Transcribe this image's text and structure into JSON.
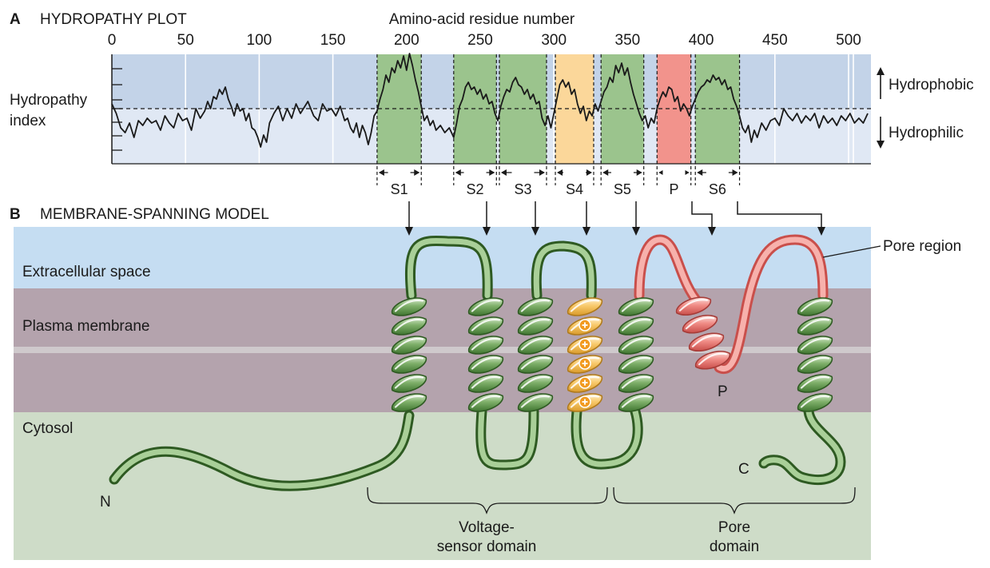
{
  "panel_a": {
    "letter": "A",
    "title": "HYDROPATHY PLOT"
  },
  "panel_b": {
    "letter": "B",
    "title": "MEMBRANE-SPANNING MODEL"
  },
  "x_axis": {
    "title": "Amino-acid residue number",
    "ticks": [
      "0",
      "50",
      "100",
      "150",
      "200",
      "250",
      "300",
      "350",
      "400",
      "450",
      "500"
    ],
    "tick_values": [
      0,
      50,
      100,
      150,
      200,
      250,
      300,
      350,
      400,
      450,
      500
    ],
    "range": [
      0,
      500
    ]
  },
  "y_axis": {
    "title_line1": "Hydropathy",
    "title_line2": "index"
  },
  "side_labels": {
    "hydrophobic": "Hydrophobic",
    "hydrophilic": "Hydrophilic"
  },
  "segments": [
    {
      "label": "S1",
      "start": 180,
      "end": 210,
      "color": "#9bc48d"
    },
    {
      "label": "S2",
      "start": 232,
      "end": 261,
      "color": "#9bc48d"
    },
    {
      "label": "S3",
      "start": 263,
      "end": 295,
      "color": "#9bc48d"
    },
    {
      "label": "S4",
      "start": 301,
      "end": 327,
      "color": "#fbd79a"
    },
    {
      "label": "S5",
      "start": 332,
      "end": 361,
      "color": "#9bc48d"
    },
    {
      "label": "P",
      "start": 370,
      "end": 393,
      "color": "#f2938c"
    },
    {
      "label": "S6",
      "start": 396,
      "end": 426,
      "color": "#9bc48d"
    }
  ],
  "hydropathy_trace": [
    [
      0,
      0.2
    ],
    [
      3,
      -0.2
    ],
    [
      6,
      -0.8
    ],
    [
      9,
      -1.0
    ],
    [
      12,
      -0.6
    ],
    [
      15,
      -1.2
    ],
    [
      18,
      -0.5
    ],
    [
      21,
      -0.7
    ],
    [
      24,
      -0.4
    ],
    [
      27,
      -0.6
    ],
    [
      30,
      -0.5
    ],
    [
      33,
      -0.9
    ],
    [
      36,
      -0.3
    ],
    [
      39,
      -0.6
    ],
    [
      42,
      -0.8
    ],
    [
      45,
      -0.2
    ],
    [
      48,
      -0.5
    ],
    [
      51,
      -0.4
    ],
    [
      54,
      -0.9
    ],
    [
      57,
      0.0
    ],
    [
      60,
      -0.4
    ],
    [
      63,
      -0.1
    ],
    [
      65,
      0.3
    ],
    [
      67,
      0.0
    ],
    [
      69,
      0.5
    ],
    [
      71,
      0.4
    ],
    [
      73,
      0.8
    ],
    [
      75,
      0.6
    ],
    [
      77,
      0.9
    ],
    [
      79,
      0.4
    ],
    [
      81,
      0.1
    ],
    [
      83,
      -0.3
    ],
    [
      85,
      0.2
    ],
    [
      87,
      -0.1
    ],
    [
      89,
      0.0
    ],
    [
      91,
      -0.5
    ],
    [
      93,
      -0.2
    ],
    [
      95,
      -0.8
    ],
    [
      97,
      -0.9
    ],
    [
      99,
      -1.2
    ],
    [
      101,
      -1.6
    ],
    [
      103,
      -1.1
    ],
    [
      105,
      -1.4
    ],
    [
      107,
      -0.6
    ],
    [
      110,
      -0.2
    ],
    [
      113,
      0.1
    ],
    [
      116,
      -0.5
    ],
    [
      119,
      0.0
    ],
    [
      122,
      -0.4
    ],
    [
      125,
      0.2
    ],
    [
      128,
      -0.2
    ],
    [
      131,
      0.1
    ],
    [
      133,
      0.3
    ],
    [
      135,
      0.0
    ],
    [
      137,
      -0.3
    ],
    [
      140,
      -0.5
    ],
    [
      143,
      0.2
    ],
    [
      146,
      -0.1
    ],
    [
      149,
      0.0
    ],
    [
      152,
      -0.3
    ],
    [
      155,
      0.1
    ],
    [
      158,
      -0.5
    ],
    [
      160,
      -0.4
    ],
    [
      162,
      -0.8
    ],
    [
      164,
      -1.0
    ],
    [
      166,
      -0.6
    ],
    [
      168,
      -1.2
    ],
    [
      170,
      -0.7
    ],
    [
      172,
      -1.0
    ],
    [
      174,
      -1.5
    ],
    [
      176,
      -1.0
    ],
    [
      178,
      -0.3
    ],
    [
      180,
      -0.1
    ],
    [
      182,
      0.4
    ],
    [
      184,
      0.8
    ],
    [
      186,
      1.4
    ],
    [
      188,
      1.1
    ],
    [
      190,
      1.7
    ],
    [
      192,
      1.5
    ],
    [
      194,
      2.0
    ],
    [
      196,
      1.7
    ],
    [
      198,
      2.2
    ],
    [
      200,
      1.6
    ],
    [
      202,
      2.3
    ],
    [
      204,
      1.8
    ],
    [
      206,
      1.2
    ],
    [
      208,
      0.7
    ],
    [
      210,
      0.1
    ],
    [
      212,
      -0.5
    ],
    [
      214,
      -0.3
    ],
    [
      216,
      -0.7
    ],
    [
      218,
      -0.5
    ],
    [
      220,
      -0.9
    ],
    [
      223,
      -0.7
    ],
    [
      226,
      -1.0
    ],
    [
      229,
      -0.8
    ],
    [
      232,
      -1.2
    ],
    [
      234,
      -0.6
    ],
    [
      236,
      0.1
    ],
    [
      238,
      0.4
    ],
    [
      240,
      0.9
    ],
    [
      242,
      1.1
    ],
    [
      244,
      0.8
    ],
    [
      246,
      0.9
    ],
    [
      248,
      0.6
    ],
    [
      250,
      0.8
    ],
    [
      252,
      0.4
    ],
    [
      254,
      0.6
    ],
    [
      256,
      0.2
    ],
    [
      258,
      0.3
    ],
    [
      260,
      -0.2
    ],
    [
      262,
      -0.5
    ],
    [
      264,
      0.1
    ],
    [
      266,
      0.5
    ],
    [
      268,
      0.8
    ],
    [
      270,
      0.7
    ],
    [
      272,
      1.1
    ],
    [
      274,
      1.3
    ],
    [
      276,
      1.0
    ],
    [
      278,
      0.9
    ],
    [
      280,
      0.6
    ],
    [
      282,
      0.8
    ],
    [
      284,
      0.4
    ],
    [
      286,
      0.6
    ],
    [
      288,
      0.2
    ],
    [
      290,
      0.3
    ],
    [
      292,
      -0.4
    ],
    [
      294,
      -0.7
    ],
    [
      296,
      -0.3
    ],
    [
      298,
      -0.8
    ],
    [
      300,
      -0.2
    ],
    [
      302,
      0.4
    ],
    [
      304,
      1.0
    ],
    [
      306,
      1.2
    ],
    [
      308,
      0.9
    ],
    [
      310,
      1.1
    ],
    [
      312,
      0.6
    ],
    [
      314,
      0.8
    ],
    [
      316,
      0.2
    ],
    [
      318,
      -0.2
    ],
    [
      320,
      0.1
    ],
    [
      322,
      -0.5
    ],
    [
      324,
      -0.1
    ],
    [
      326,
      -0.3
    ],
    [
      328,
      0.2
    ],
    [
      330,
      -0.1
    ],
    [
      332,
      0.3
    ],
    [
      334,
      0.7
    ],
    [
      336,
      0.9
    ],
    [
      338,
      1.3
    ],
    [
      340,
      1.1
    ],
    [
      342,
      1.8
    ],
    [
      344,
      1.5
    ],
    [
      346,
      1.9
    ],
    [
      348,
      1.4
    ],
    [
      350,
      1.7
    ],
    [
      352,
      1.1
    ],
    [
      354,
      0.6
    ],
    [
      356,
      0.2
    ],
    [
      358,
      -0.2
    ],
    [
      360,
      -0.5
    ],
    [
      362,
      -0.3
    ],
    [
      364,
      -0.8
    ],
    [
      366,
      -0.4
    ],
    [
      368,
      -0.6
    ],
    [
      370,
      0.0
    ],
    [
      372,
      0.4
    ],
    [
      374,
      0.7
    ],
    [
      376,
      0.5
    ],
    [
      378,
      0.9
    ],
    [
      380,
      0.8
    ],
    [
      382,
      0.3
    ],
    [
      384,
      0.5
    ],
    [
      386,
      -0.1
    ],
    [
      388,
      0.2
    ],
    [
      390,
      0.0
    ],
    [
      392,
      -0.3
    ],
    [
      394,
      0.1
    ],
    [
      396,
      0.4
    ],
    [
      398,
      0.7
    ],
    [
      400,
      0.9
    ],
    [
      402,
      1.0
    ],
    [
      404,
      1.2
    ],
    [
      406,
      1.1
    ],
    [
      408,
      1.4
    ],
    [
      410,
      1.2
    ],
    [
      412,
      1.3
    ],
    [
      414,
      1.0
    ],
    [
      416,
      1.2
    ],
    [
      418,
      0.8
    ],
    [
      420,
      0.9
    ],
    [
      422,
      0.4
    ],
    [
      424,
      0.1
    ],
    [
      426,
      -0.3
    ],
    [
      428,
      -0.8
    ],
    [
      430,
      -1.0
    ],
    [
      432,
      -0.7
    ],
    [
      434,
      -1.4
    ],
    [
      436,
      -0.9
    ],
    [
      438,
      -1.2
    ],
    [
      441,
      -0.6
    ],
    [
      444,
      -0.9
    ],
    [
      447,
      -0.5
    ],
    [
      450,
      -0.4
    ],
    [
      453,
      -0.7
    ],
    [
      456,
      0.0
    ],
    [
      459,
      -0.3
    ],
    [
      462,
      -0.5
    ],
    [
      465,
      -0.2
    ],
    [
      468,
      -0.6
    ],
    [
      471,
      -0.3
    ],
    [
      474,
      -0.5
    ],
    [
      477,
      -0.2
    ],
    [
      480,
      -0.8
    ],
    [
      483,
      -0.3
    ],
    [
      486,
      -0.6
    ],
    [
      489,
      -0.4
    ],
    [
      492,
      -0.7
    ],
    [
      495,
      -0.3
    ],
    [
      498,
      -0.5
    ],
    [
      501,
      -0.2
    ],
    [
      504,
      -0.6
    ],
    [
      507,
      -0.4
    ],
    [
      510,
      -0.6
    ],
    [
      513,
      -0.2
    ]
  ],
  "compartments": {
    "extracellular": "Extracellular space",
    "membrane": "Plasma membrane",
    "cytosol": "Cytosol"
  },
  "termini": {
    "n": "N",
    "c": "C",
    "p": "P"
  },
  "pore_region_label": "Pore region",
  "domains": {
    "voltage_line1": "Voltage-",
    "voltage_line2": "sensor domain",
    "pore_line1": "Pore",
    "pore_line2": "domain"
  },
  "colors": {
    "hydrophobic_bg": "#c3d3e8",
    "hydrophilic_bg": "#e0e8f4",
    "extracellular_bg": "#c5ddf2",
    "membrane_bg": "#b4a3ad",
    "cytosol_bg": "#cedcc8",
    "helix_green": "#4f8a3c",
    "helix_red": "#e46a66",
    "helix_orange": "#f6ba4a"
  }
}
